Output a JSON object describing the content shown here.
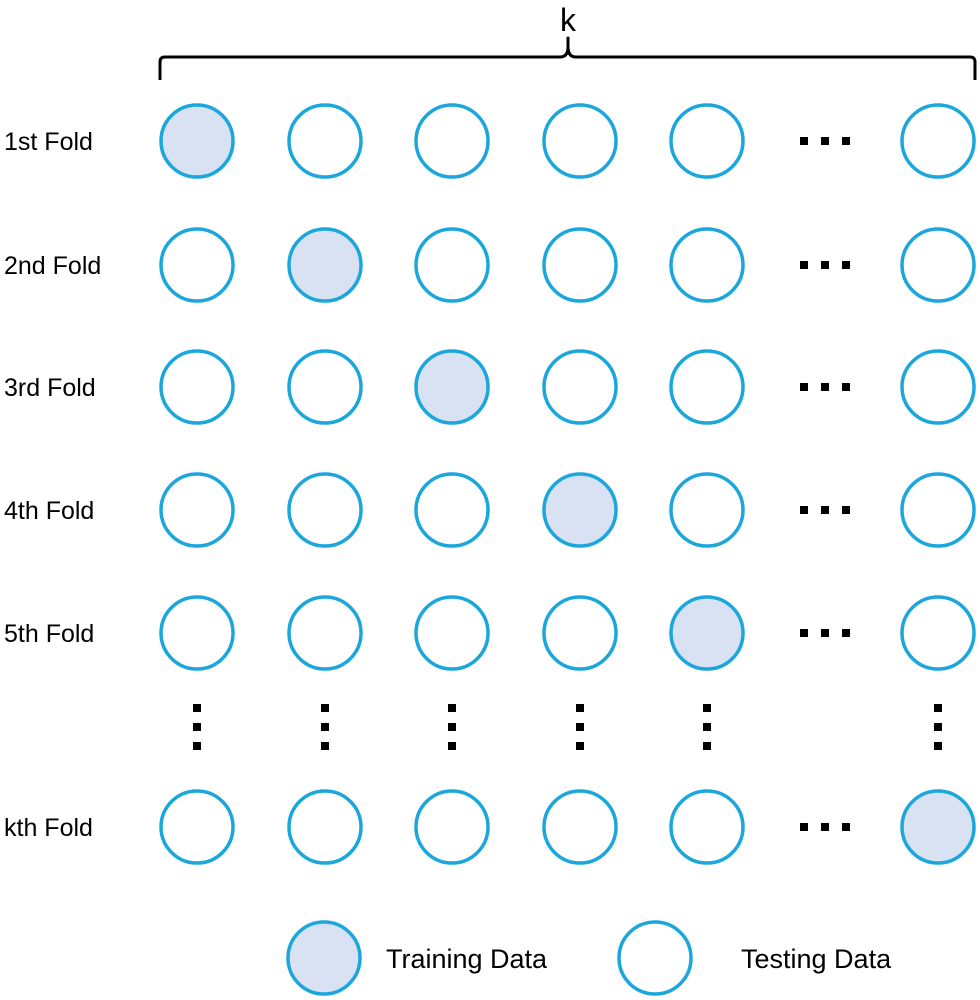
{
  "header": {
    "k_label": "k"
  },
  "colors": {
    "stroke": "#1ba7dc",
    "fill_highlight": "#d9e2f3",
    "fill_plain": "#ffffff",
    "dots": "#000000"
  },
  "rows": [
    {
      "label": "1st Fold",
      "highlight_index": 0
    },
    {
      "label": "2nd Fold",
      "highlight_index": 1
    },
    {
      "label": "3rd Fold",
      "highlight_index": 2
    },
    {
      "label": "4th Fold",
      "highlight_index": 3
    },
    {
      "label": "5th Fold",
      "highlight_index": 4
    },
    {
      "label": "kth Fold",
      "highlight_index": 5
    }
  ],
  "legend": {
    "highlight_label": "Training Data",
    "plain_label": "Testing Data"
  }
}
